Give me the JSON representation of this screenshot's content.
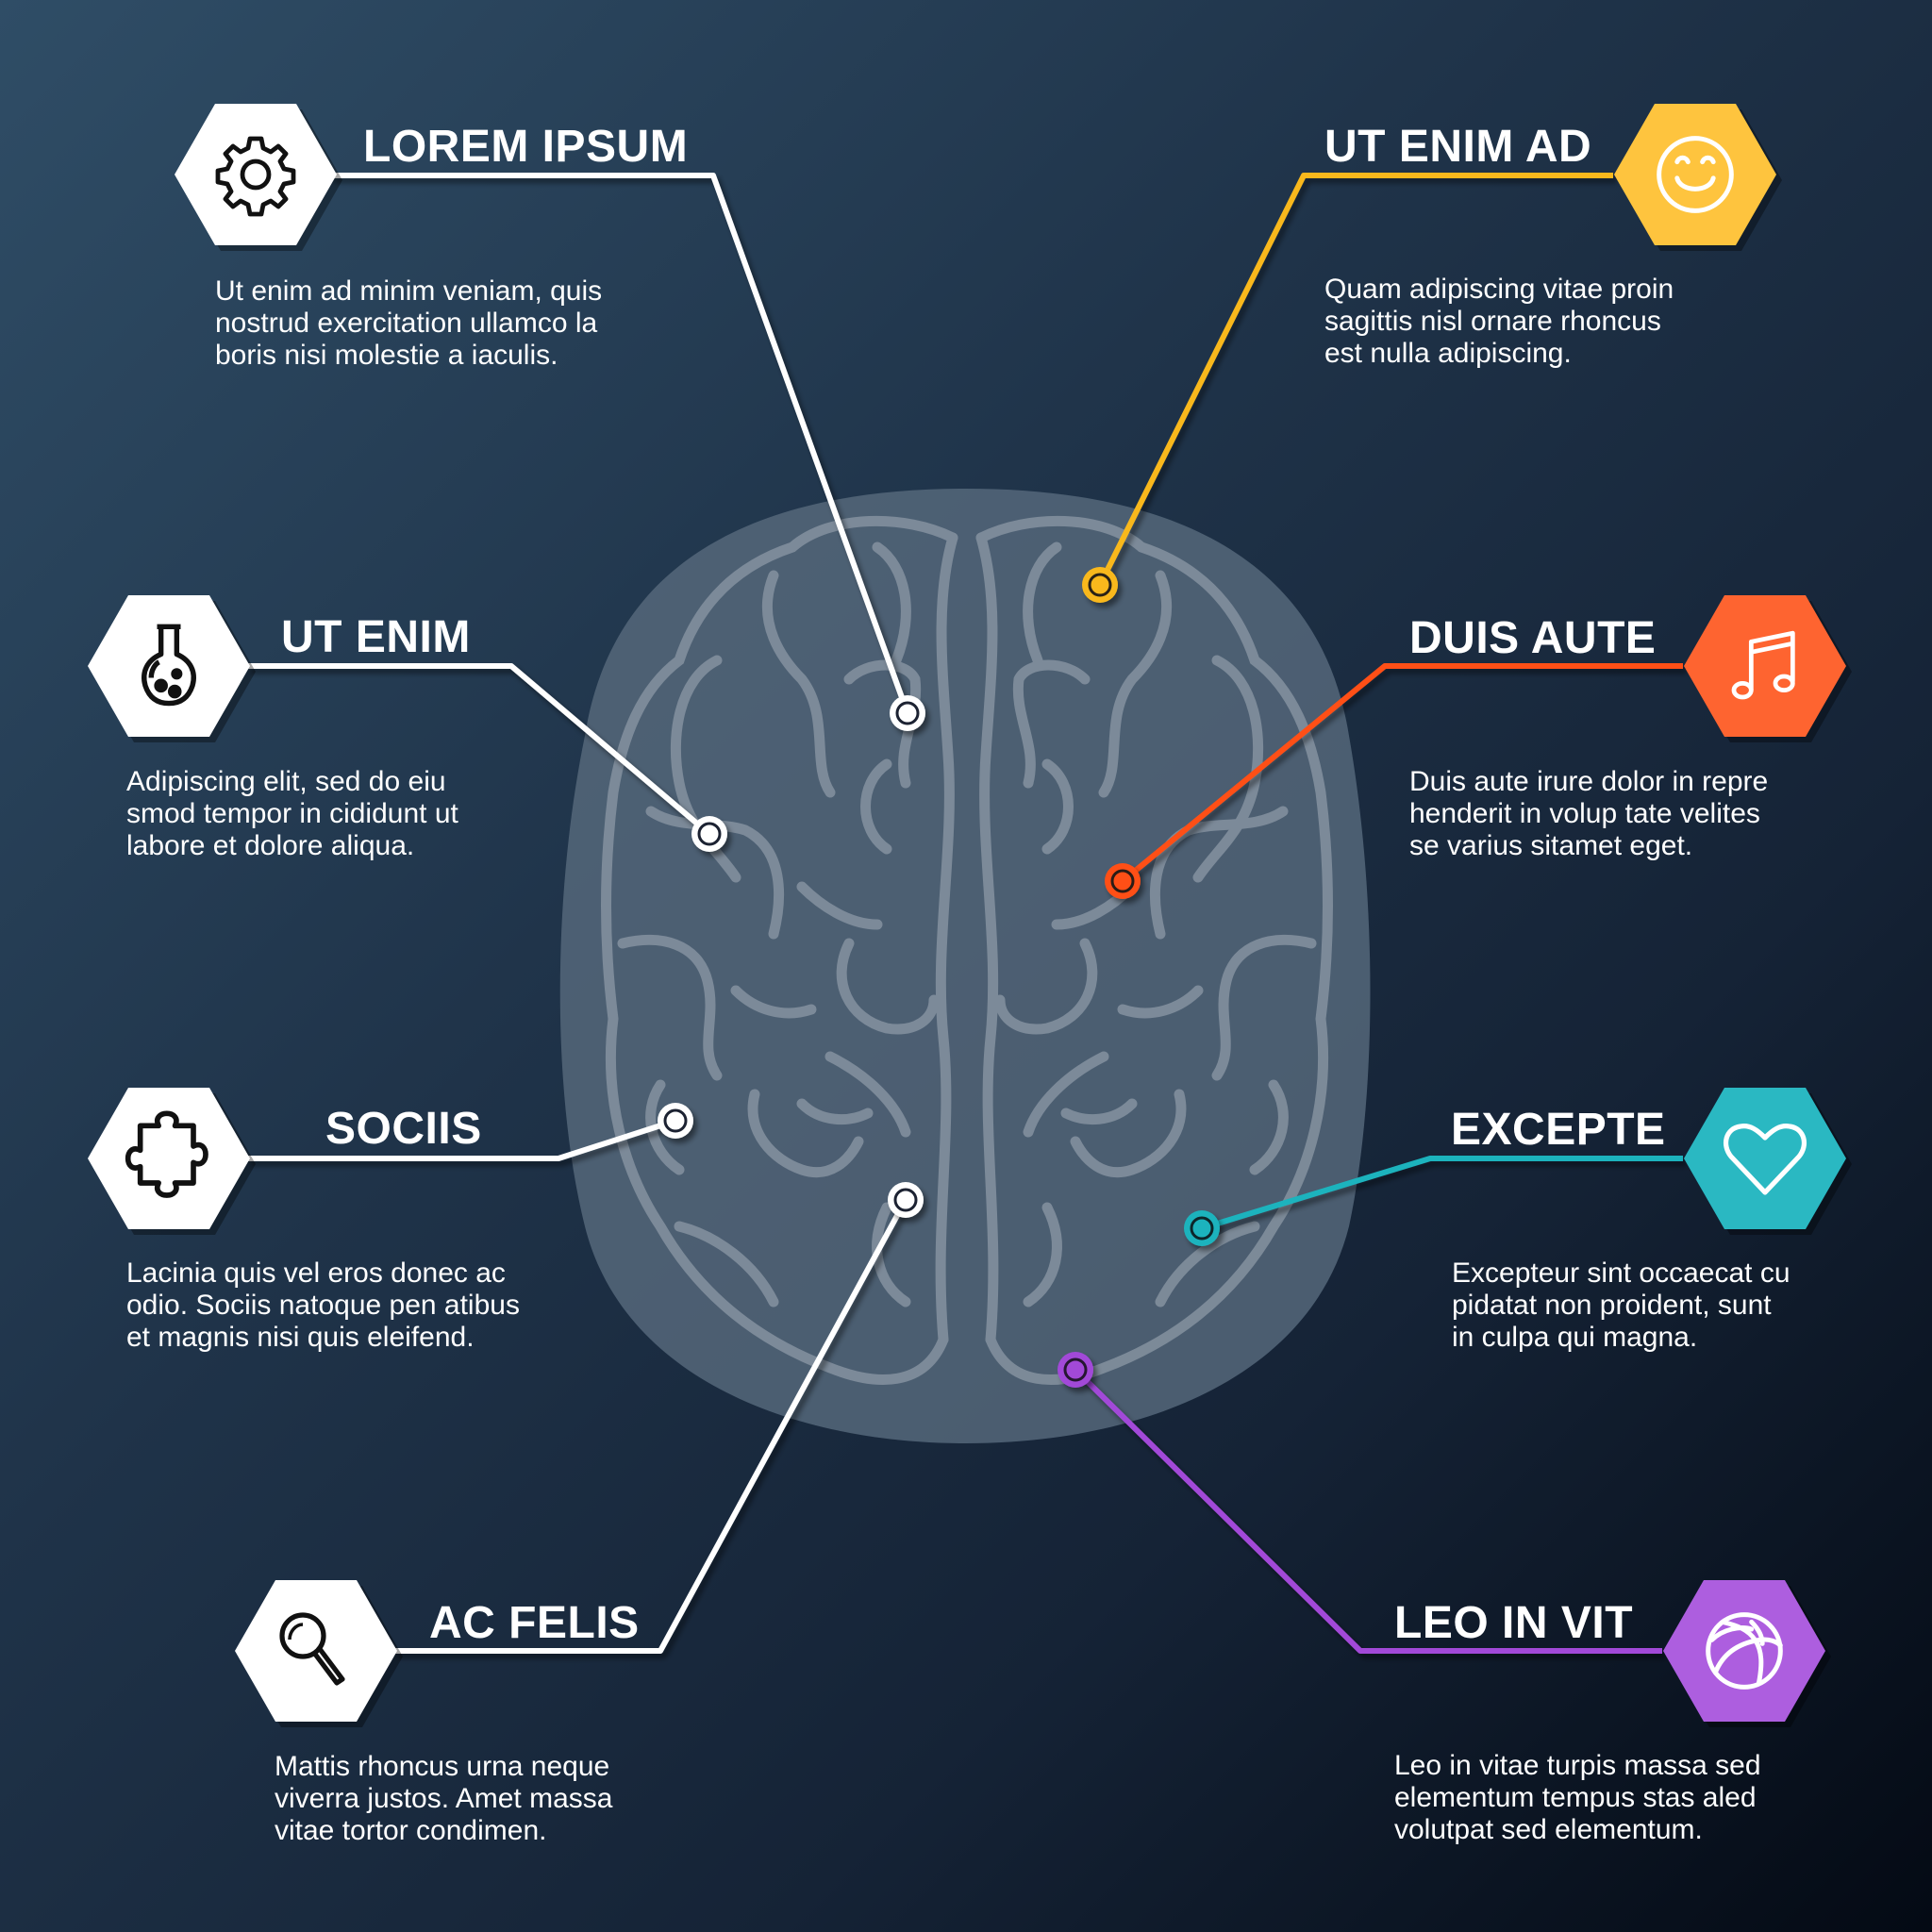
{
  "colors": {
    "background_top_left": "#2f4d66",
    "background_bottom_right": "#040a14",
    "brain_fill": "#48596b",
    "brain_halo": "#55677a",
    "brain_gyri": "#8592a0",
    "white": "#ffffff",
    "yellow": "#f9b81f",
    "orange": "#ff4f17",
    "teal": "#1eb3bd",
    "purple": "#a24ad8"
  },
  "items": [
    {
      "id": "lorem-ipsum",
      "title": "LOREM IPSUM",
      "icon": "gear-icon",
      "color": "#ffffff",
      "side": "left",
      "description": [
        "Ut enim ad minim veniam, quis",
        "nostrud exercitation ullamco la",
        "boris nisi molestie a iaculis."
      ]
    },
    {
      "id": "ut-enim",
      "title": "UT ENIM",
      "icon": "flask-icon",
      "color": "#ffffff",
      "side": "left",
      "description": [
        "Adipiscing elit, sed do eiu",
        "smod tempor in cididunt ut",
        "labore et dolore aliqua."
      ]
    },
    {
      "id": "sociis",
      "title": "SOCIIS",
      "icon": "puzzle-icon",
      "color": "#ffffff",
      "side": "left",
      "description": [
        "Lacinia quis vel eros donec ac",
        "odio. Sociis natoque pen atibus",
        "et magnis nisi quis eleifend."
      ]
    },
    {
      "id": "ac-felis",
      "title": "AC FELIS",
      "icon": "magnifier-icon",
      "color": "#ffffff",
      "side": "left",
      "description": [
        "Mattis rhoncus urna neque",
        "viverra justos. Amet massa",
        "vitae tortor condimen."
      ]
    },
    {
      "id": "ut-enim-ad",
      "title": "UT ENIM AD",
      "icon": "smiley-icon",
      "color": "#f9b81f",
      "side": "right",
      "description": [
        "Quam adipiscing vitae proin",
        "sagittis nisl ornare rhoncus",
        "est nulla adipiscing."
      ]
    },
    {
      "id": "duis-aute",
      "title": "DUIS AUTE",
      "icon": "music-note-icon",
      "color": "#ff5a1f",
      "side": "right",
      "description": [
        "Duis aute irure dolor in repre",
        "henderit in volup tate velites",
        "se varius sitamet eget."
      ]
    },
    {
      "id": "excepte",
      "title": "EXCEPTE",
      "icon": "heart-icon",
      "color": "#22b5bf",
      "side": "right",
      "description": [
        "Excepteur sint occaecat cu",
        "pidatat non proident, sunt",
        "in culpa qui magna."
      ]
    },
    {
      "id": "leo-in-vit",
      "title": "LEO IN VIT",
      "icon": "basketball-icon",
      "color": "#a650dc",
      "side": "right",
      "description": [
        "Leo in vitae turpis massa sed",
        "elementum tempus  stas aled",
        "volutpat sed elementum."
      ]
    }
  ]
}
